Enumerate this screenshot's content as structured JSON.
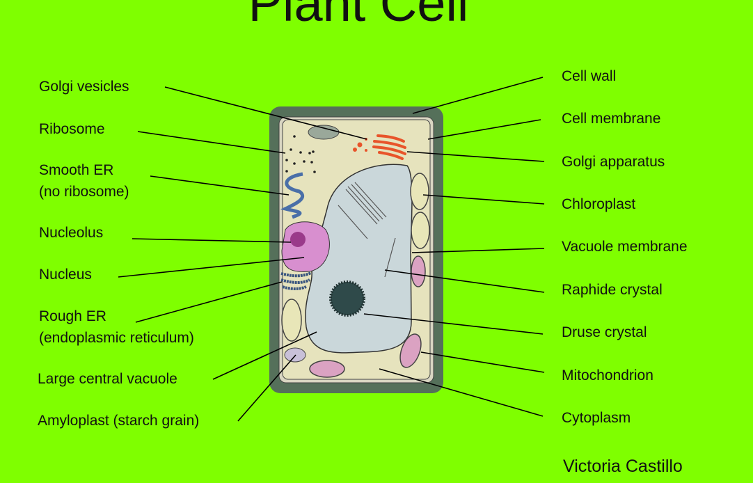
{
  "title": "Plant Cell",
  "labels_left": [
    {
      "id": "golgi-vesicles",
      "text": "Golgi vesicles"
    },
    {
      "id": "ribosome",
      "text": "Ribosome"
    },
    {
      "id": "smooth-er",
      "text": "Smooth ER",
      "sub": "(no ribosome)"
    },
    {
      "id": "nucleolus",
      "text": "Nucleolus"
    },
    {
      "id": "nucleus",
      "text": "Nucleus"
    },
    {
      "id": "rough-er",
      "text": "Rough ER",
      "sub": "(endoplasmic reticulum)"
    },
    {
      "id": "large-central-vacuole",
      "text": "Large central vacuole"
    },
    {
      "id": "amyloplast",
      "text": "Amyloplast (starch grain)"
    }
  ],
  "labels_right": [
    {
      "id": "cell-wall",
      "text": "Cell wall"
    },
    {
      "id": "cell-membrane",
      "text": "Cell membrane"
    },
    {
      "id": "golgi-apparatus",
      "text": "Golgi apparatus"
    },
    {
      "id": "chloroplast",
      "text": "Chloroplast"
    },
    {
      "id": "vacuole-membrane",
      "text": "Vacuole membrane"
    },
    {
      "id": "raphide-crystal",
      "text": "Raphide crystal"
    },
    {
      "id": "druse-crystal",
      "text": "Druse crystal"
    },
    {
      "id": "mitochondrion",
      "text": "Mitochondrion"
    },
    {
      "id": "cytoplasm",
      "text": "Cytoplasm"
    }
  ],
  "author": "Victoria Castillo",
  "colors": {
    "background": "#7fff00",
    "cell_wall": "#55705a",
    "cytoplasm": "#e6e3bd",
    "vacuole": "#cad7da",
    "nucleus": "#d88fcf",
    "golgi": "#e8542a",
    "er": "#4a6fa8"
  }
}
